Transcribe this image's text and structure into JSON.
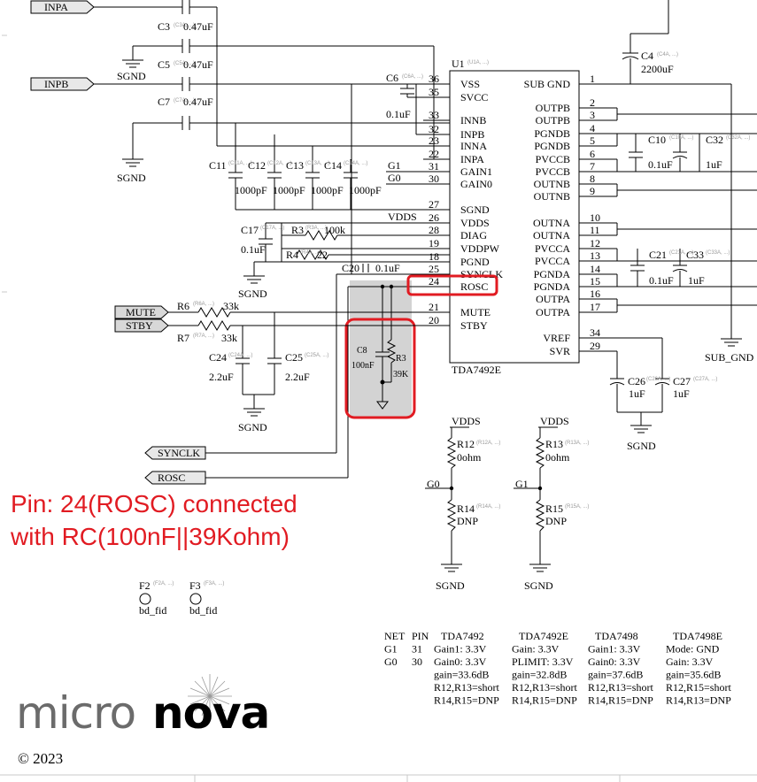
{
  "schematic": {
    "nets": {
      "inpa": "INPA",
      "inpb": "INPB",
      "sgnd": "SGND",
      "vdds": "VDDS",
      "sub_gnd": "SUB_GND",
      "synclk": "SYNCLK",
      "rosc": "ROSC",
      "g0": "G0",
      "g1": "G1",
      "mute": "MUTE",
      "stby": "STBY"
    },
    "caps": {
      "c3": "C3",
      "c3_val": "0.47uF",
      "c5": "C5",
      "c5_val": "0.47uF",
      "c7": "C7",
      "c7_val": "0.47uF",
      "c6": "C6",
      "c6_val": "0.1uF",
      "c4": "C4",
      "c4_val": "2200uF",
      "c11": "C11",
      "c12": "C12",
      "c13": "C13",
      "c14": "C14",
      "c1x_val": "1000pF",
      "c17": "C17",
      "c17_val": "0.1uF",
      "c20": "C20",
      "c20_val": "0.1uF",
      "c10": "C10",
      "c10_val": "0.1uF",
      "c32": "C32",
      "c32_val": "1uF",
      "c21": "C21",
      "c21_val": "0.1uF",
      "c33": "C33",
      "c33_val": "1uF",
      "c24": "C24",
      "c24_val": "2.2uF",
      "c25": "C25",
      "c25_val": "2.2uF",
      "c26": "C26",
      "c26_val": "1uF",
      "c27": "C27",
      "c27_val": "1uF",
      "c8": "C8",
      "c8_val": "100nF"
    },
    "res": {
      "r3": "R3",
      "r3_val": "100k",
      "r4": "R4",
      "r4_val": "22",
      "r6": "R6",
      "r6_val": "33k",
      "r7": "R7",
      "r7_val": "33k",
      "r3b": "R3",
      "r3b_val": "39K",
      "r12": "R12",
      "r12_val": "0ohm",
      "r13": "R13",
      "r13_val": "0ohm",
      "r14": "R14",
      "r14_val": "DNP",
      "r15": "R15",
      "r15_val": "DNP"
    },
    "ic": {
      "ref": "U1",
      "part": "TDA7492E",
      "left_pins": [
        {
          "num": "36",
          "name": "VSS"
        },
        {
          "num": "35",
          "name": "SVCC"
        },
        {
          "num": "33",
          "name": "INNB"
        },
        {
          "num": "32",
          "name": "INPB"
        },
        {
          "num": "23",
          "name": "INNA"
        },
        {
          "num": "22",
          "name": "INPA"
        },
        {
          "num": "31",
          "name": "GAIN1"
        },
        {
          "num": "30",
          "name": "GAIN0"
        },
        {
          "num": "27",
          "name": "SGND"
        },
        {
          "num": "26",
          "name": "VDDS"
        },
        {
          "num": "28",
          "name": "DIAG"
        },
        {
          "num": "19",
          "name": "VDDPW"
        },
        {
          "num": "18",
          "name": "PGND"
        },
        {
          "num": "25",
          "name": "SYNCLK"
        },
        {
          "num": "24",
          "name": "ROSC"
        },
        {
          "num": "21",
          "name": "MUTE"
        },
        {
          "num": "20",
          "name": "STBY"
        }
      ],
      "right_pins": [
        {
          "num": "1",
          "name": "SUB GND"
        },
        {
          "num": "2",
          "name": "OUTPB"
        },
        {
          "num": "3",
          "name": "OUTPB"
        },
        {
          "num": "4",
          "name": "PGNDB"
        },
        {
          "num": "5",
          "name": "PGNDB"
        },
        {
          "num": "6",
          "name": "PVCCB"
        },
        {
          "num": "7",
          "name": "PVCCB"
        },
        {
          "num": "8",
          "name": "OUTNB"
        },
        {
          "num": "9",
          "name": "OUTNB"
        },
        {
          "num": "10",
          "name": "OUTNA"
        },
        {
          "num": "11",
          "name": "OUTNA"
        },
        {
          "num": "12",
          "name": "PVCCA"
        },
        {
          "num": "13",
          "name": "PVCCA"
        },
        {
          "num": "14",
          "name": "PGNDA"
        },
        {
          "num": "15",
          "name": "PGNDA"
        },
        {
          "num": "16",
          "name": "OUTPA"
        },
        {
          "num": "17",
          "name": "OUTPA"
        },
        {
          "num": "34",
          "name": "VREF"
        },
        {
          "num": "29",
          "name": "SVR"
        }
      ]
    },
    "fids": {
      "f2": "F2",
      "f3": "F3",
      "f_val": "bd_fid"
    },
    "ref_tags": {
      "c3": "(C3A, ...)",
      "c5": "(C5A, ...)",
      "c7": "(C7A, ...)",
      "c6": "(C6A, ...)",
      "u1": "(U1A, ...)",
      "c4": "(C4A, ...)",
      "c11": "(C11A, ...)",
      "c12": "(C12A, ...)",
      "c13": "(C13A, ...)",
      "c14": "(C14A, ...)",
      "c17": "(C17A, ...)",
      "r3": "(R3A, ...)",
      "r4": "(R4A, ...)",
      "c10": "(C10A, ...)",
      "c32": "(C32A, ...)",
      "c21": "(C21A, ...)",
      "c33": "(C33A, ...)",
      "r6": "(R6A, ...)",
      "r7": "(R7A, ...)",
      "c24": "(C24A, ...)",
      "c25": "(C25A, ...)",
      "c26": "(C26A, ...)",
      "c27": "(C27A, ...)",
      "r12": "(R12A, ...)",
      "r13": "(R13A, ...)",
      "r14": "(R14A, ...)",
      "r15": "(R15A, ...)",
      "f2": "(F2A, ...)",
      "f3": "(F3A, ...)"
    }
  },
  "annotation": {
    "line1": "Pin: 24(ROSC) connected",
    "line2": "with RC(100nF||39Kohm)"
  },
  "table": {
    "headers": [
      "NET",
      "PIN",
      "TDA7492",
      "TDA7492E",
      "TDA7498",
      "TDA7498E"
    ],
    "rows": [
      [
        "G1",
        "31",
        "Gain1: 3.3V",
        "Gain: 3.3V",
        "Gain1: 3.3V",
        "Mode: GND"
      ],
      [
        "G0",
        "30",
        "Gain0: 3.3V",
        "PLIMIT: 3.3V",
        "Gain0: 3.3V",
        "Gain: 3.3V"
      ],
      [
        "",
        "",
        "gain=33.6dB",
        "gain=32.8dB",
        "gain=37.6dB",
        "gain=35.6dB"
      ],
      [
        "",
        "",
        "R12,R13=short",
        "R12,R13=short",
        "R12,R13=short",
        "R12,R15=short"
      ],
      [
        "",
        "",
        "R14,R15=DNP",
        "R14,R15=DNP",
        "R14,R15=DNP",
        "R14,R13=DNP"
      ]
    ]
  },
  "branding": {
    "logo_light": "micro",
    "logo_bold": "nova",
    "copyright": "© 2023"
  },
  "colors": {
    "highlight": "#e11b22",
    "shade": "#d3d3d3",
    "wire": "#000000",
    "ref_gray": "#9a9a9a"
  }
}
